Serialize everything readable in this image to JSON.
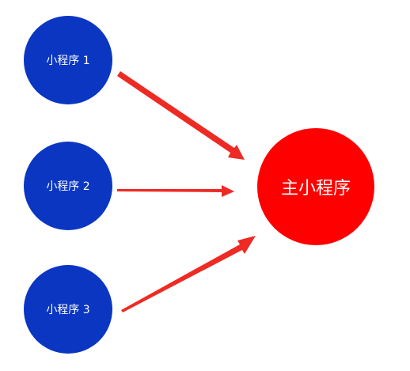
{
  "diagram": {
    "nodes": [
      {
        "id": "node-1",
        "label": "小程序 1",
        "color": "#0a36c2"
      },
      {
        "id": "node-2",
        "label": "小程序 2",
        "color": "#0a36c2"
      },
      {
        "id": "node-3",
        "label": "小程序 3",
        "color": "#0a36c2"
      }
    ],
    "main_node": {
      "label": "主小程序",
      "color": "#ff0000"
    },
    "edges": [
      {
        "from": "小程序 1",
        "to": "主小程序"
      },
      {
        "from": "小程序 2",
        "to": "主小程序"
      },
      {
        "from": "小程序 3",
        "to": "主小程序"
      }
    ],
    "arrow_color": "#ee2a24"
  }
}
